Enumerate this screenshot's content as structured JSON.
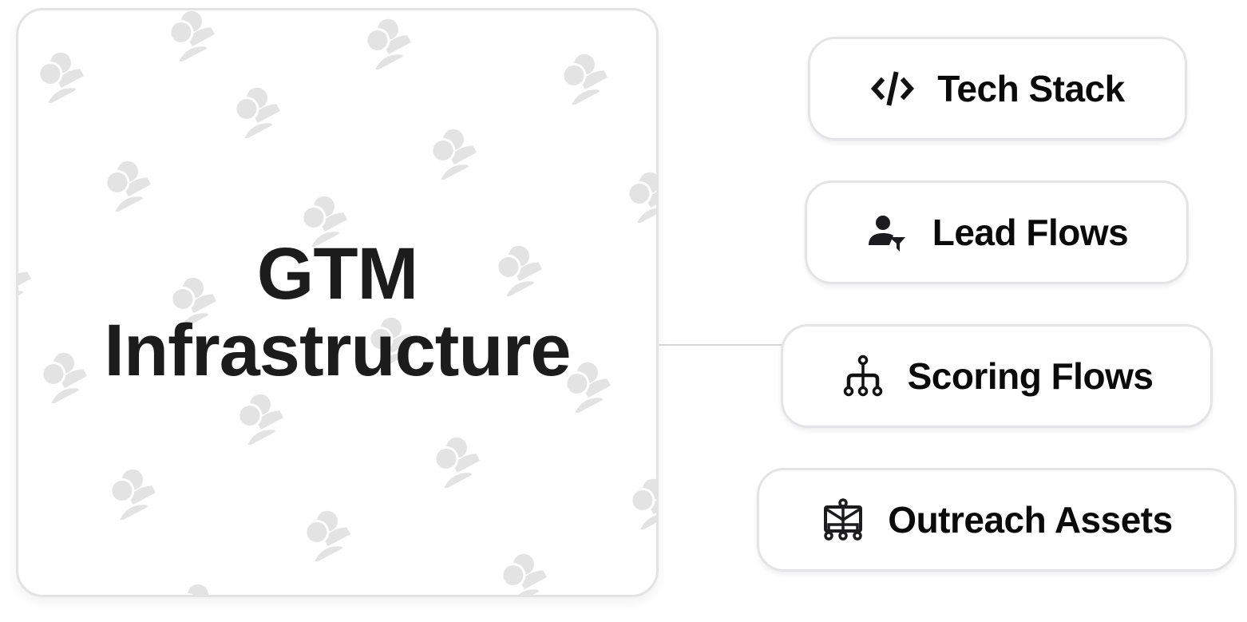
{
  "diagram": {
    "center_node": {
      "title_line1": "GTM",
      "title_line2": "Infrastructure",
      "background_pattern_icon": "users-icon"
    },
    "branches": [
      {
        "id": "tech-stack",
        "label": "Tech Stack",
        "icon": "code-icon"
      },
      {
        "id": "lead-flows",
        "label": "Lead Flows",
        "icon": "user-filter-icon"
      },
      {
        "id": "scoring-flows",
        "label": "Scoring Flows",
        "icon": "hierarchy-icon"
      },
      {
        "id": "outreach-assets",
        "label": "Outreach Assets",
        "icon": "mail-hierarchy-icon"
      }
    ],
    "colors": {
      "text": "#0a0a0a",
      "border": "#e4e4e7",
      "pattern": "#e3e3e3",
      "connector": "#d6d6d6"
    }
  }
}
